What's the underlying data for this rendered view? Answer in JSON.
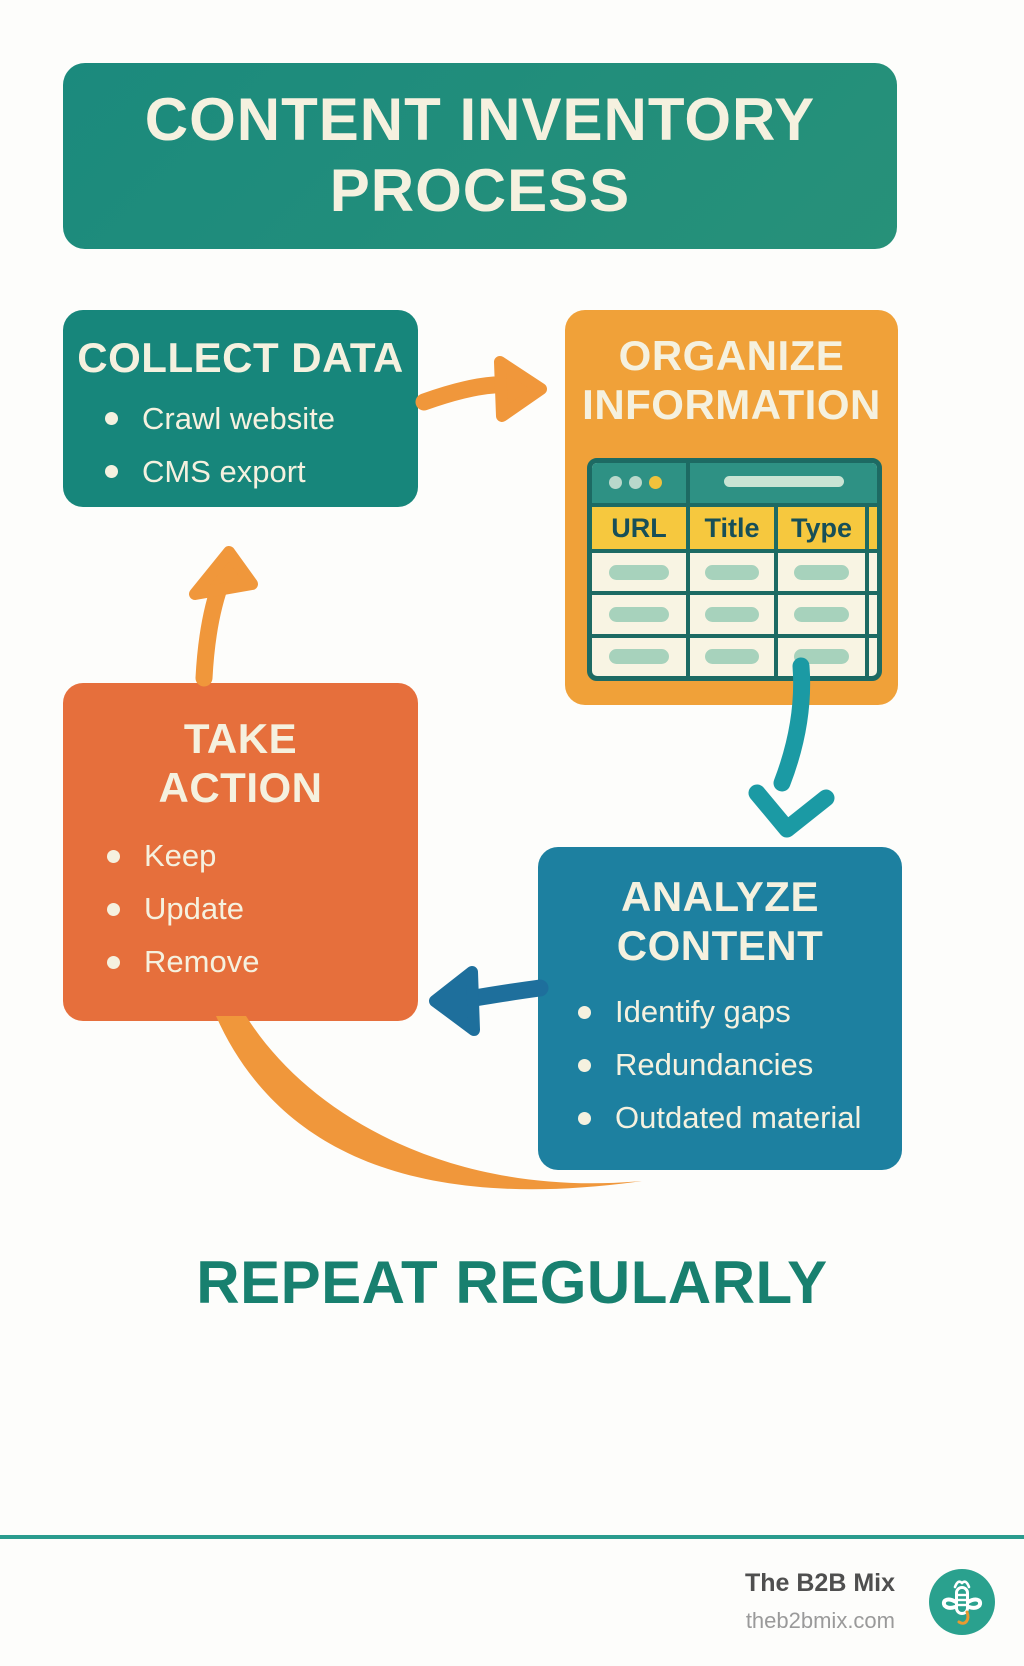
{
  "title": {
    "line1": "CONTENT INVENTORY",
    "line2": "PROCESS"
  },
  "steps": {
    "collect": {
      "title": "COLLECT DATA",
      "bullets": [
        "Crawl website",
        "CMS export"
      ]
    },
    "organize": {
      "title_line1": "ORGANIZE",
      "title_line2": "INFORMATION",
      "table": {
        "headers": [
          "URL",
          "Title",
          "Type"
        ],
        "placeholder_rows": 3
      }
    },
    "analyze": {
      "title_line1": "ANALYZE",
      "title_line2": "CONTENT",
      "bullets": [
        "Identify gaps",
        "Redundancies",
        "Outdated material"
      ]
    },
    "action": {
      "title_line1": "TAKE",
      "title_line2": "ACTION",
      "bullets": [
        "Keep",
        "Update",
        "Remove"
      ]
    }
  },
  "repeat_label": "REPEAT REGULARLY",
  "footer": {
    "brand": "The B2B Mix",
    "website": "theb2bmix.com",
    "logo_icon": "bee-icon"
  },
  "colors": {
    "banner": "#1b8a7d",
    "banner_2": "#279179",
    "box_text": "#f5f1df",
    "collect_box": "#17867b",
    "organize_box": "#f0a139",
    "action_box": "#e66f3c",
    "analyze_box": "#1d80a0",
    "table_bar": "#2e9184",
    "table_header": "#f6c83e",
    "table_border": "#1d6a63",
    "table_cell": "#f8f4e3",
    "table_pill": "#a7d2bc",
    "arrow_orange": "#f0973b",
    "arrow_teal": "#1b9aa4",
    "arrow_blue": "#1e6f9c",
    "repeat_text": "#18806f",
    "footer_line": "#2a9c8e",
    "brand_text": "#4f4f4f",
    "website_text": "#9a9a9a",
    "logo_bg": "#2aa18e",
    "logo_accent": "#e89a30"
  }
}
